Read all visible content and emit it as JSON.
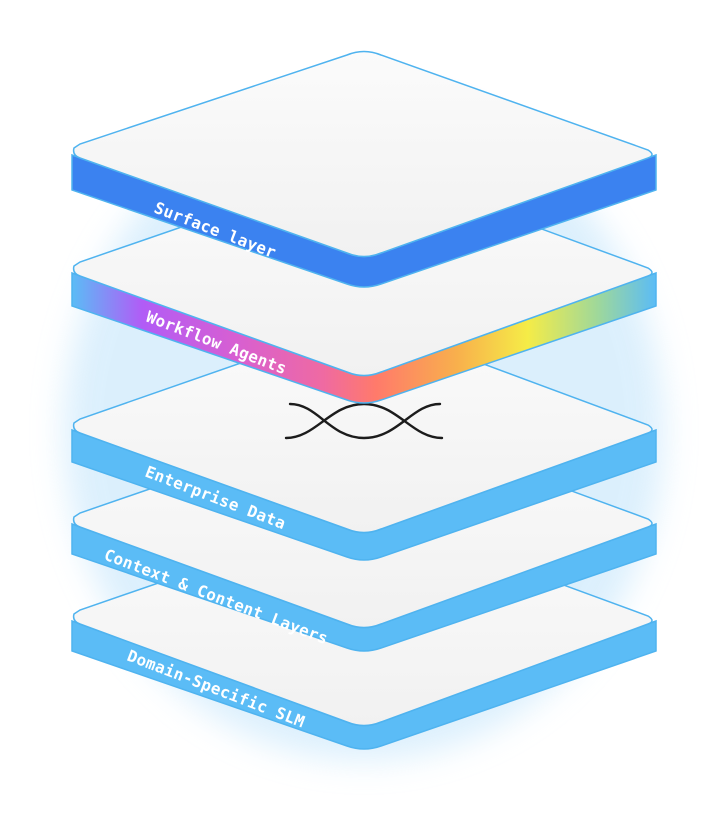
{
  "layers": [
    {
      "label": "Surface layer",
      "fill": "gradient-blue"
    },
    {
      "label": "Workflow Agents",
      "fill": "gradient-rainbow"
    },
    {
      "label": "Enterprise Data",
      "fill": "light-blue"
    },
    {
      "label": "Context & Content Layers",
      "fill": "light-blue"
    },
    {
      "label": "Domain-Specific SLM",
      "fill": "light-blue"
    }
  ],
  "colors": {
    "slab_top": "#f5f5f5",
    "slab_outline": "#4fb3ef",
    "light_blue": "#5bbcf6",
    "deep_blue": "#3b82f0",
    "rainbow": [
      "#5bbcf6",
      "#c15cf4",
      "#e85db8",
      "#ff7a6b",
      "#f7a650",
      "#f5ec47",
      "#7ed1b0",
      "#5bbcf6"
    ]
  },
  "connector_icon": "interwoven-strands-icon"
}
